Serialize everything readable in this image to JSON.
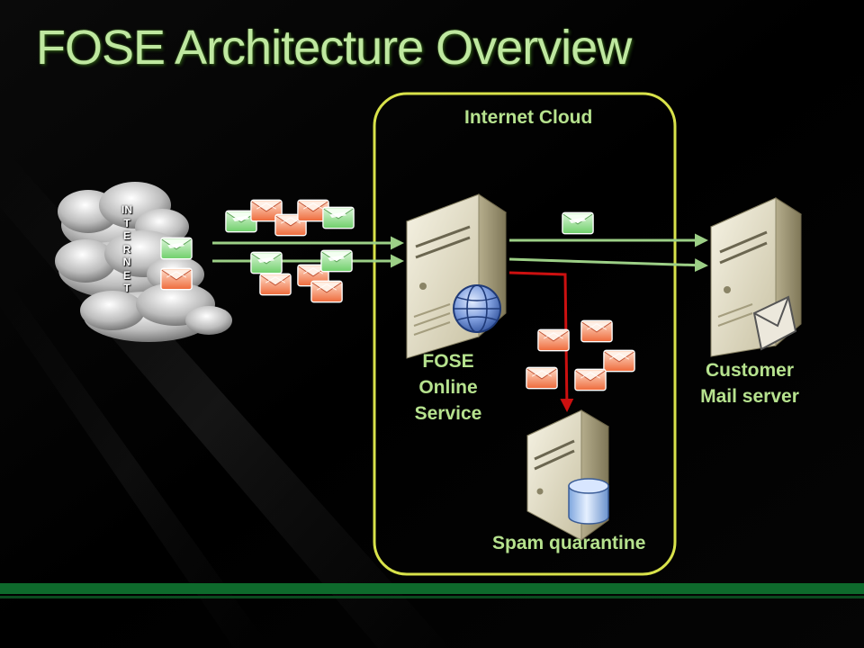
{
  "slide": {
    "title": "FOSE Architecture Overview"
  },
  "diagram": {
    "cloud_boundary_label": "Internet Cloud",
    "internet_vertical_text": "INTERNET",
    "fose_service": {
      "line1": "FOSE",
      "line2": "Online",
      "line3": "Service"
    },
    "customer_server": {
      "line1": "Customer",
      "line2": "Mail server"
    },
    "quarantine_label": "Spam quarantine"
  },
  "colors": {
    "title": "#bfe8a0",
    "label": "#b6e28e",
    "boundary": "#d8e24a",
    "good_flow": "#9ccf86",
    "spam_flow": "#cc1010",
    "footer_bar": "#0e6a2c"
  }
}
